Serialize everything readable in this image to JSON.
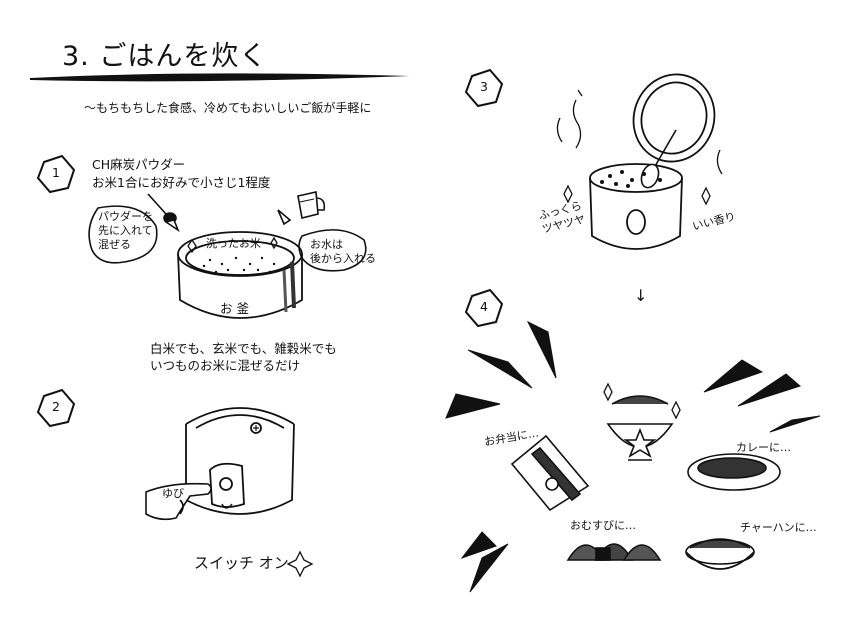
{
  "page": {
    "title": "3. ごはんを炊く",
    "subtitle": "～もちもちした食感、冷めてもおいしいご飯が手軽に"
  },
  "step1": {
    "number": "1",
    "heading": "CH麻炭パウダー",
    "dose": "お米1合にお好みで小さじ1程度",
    "bubble_left": [
      "パウダーを",
      "先に入れて",
      "混ぜる"
    ],
    "bubble_right": [
      "お水は",
      "後から入れる"
    ],
    "pot_label_top": "洗ったお米",
    "pot_label": "お 釜",
    "note": [
      "白米でも、玄米でも、雑穀米でも",
      "いつものお米に混ぜるだけ"
    ]
  },
  "step2": {
    "number": "2",
    "finger_label": "ゆび",
    "switch_text": "スイッチ オン"
  },
  "step3": {
    "number": "3",
    "left_label": [
      "ふっくら",
      "ツヤツヤ"
    ],
    "right_label": "いい香り",
    "arrow": "↓"
  },
  "step4": {
    "number": "4",
    "bento": "お弁当に…",
    "curry": "カレーに…",
    "onigiri": "おむすびに…",
    "fried_rice": "チャーハンに…"
  }
}
